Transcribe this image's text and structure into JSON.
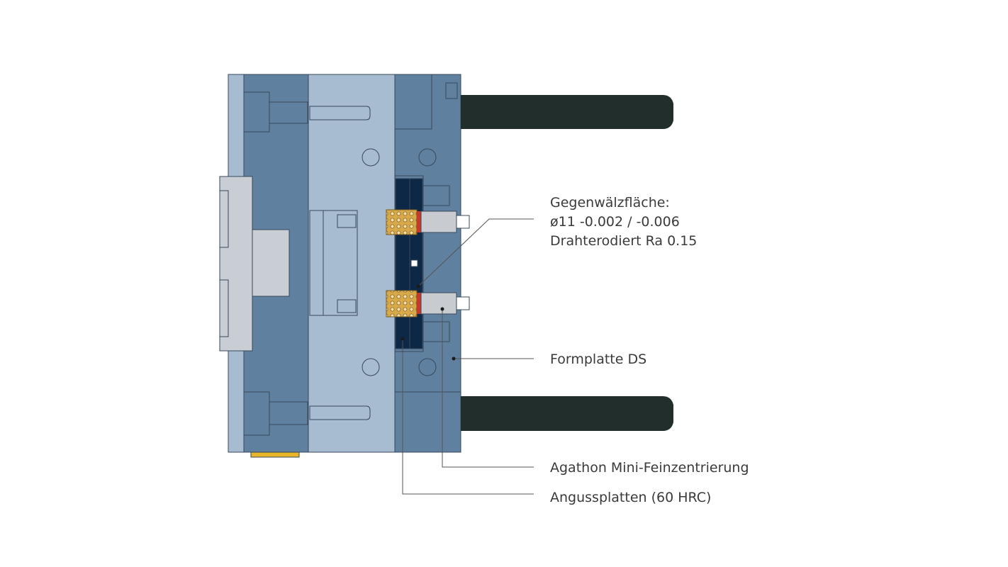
{
  "colors": {
    "plate_dark": "#5f819f",
    "plate_light": "#a7bcd0",
    "plate_grey": "#c9ced4",
    "sprue_plate": "#0d2846",
    "guide_pin": "#222e2c",
    "bushing_bronze": "#d8a94a",
    "pin_steel": "#c8ccd0",
    "outline": "#39485a",
    "leader_line": "#555555"
  },
  "callouts": {
    "gegenwaelzflaeche": {
      "line1": "Gegenwälzfläche:",
      "line2": "ø11 -0.002 / -0.006",
      "line3": "Drahterodiert Ra 0.15"
    },
    "formplatte": {
      "label": "Formplatte DS"
    },
    "feinzentrierung": {
      "label": "Agathon Mini-Feinzentrierung"
    },
    "angussplatten": {
      "label": "Angussplatten (60 HRC)"
    }
  }
}
